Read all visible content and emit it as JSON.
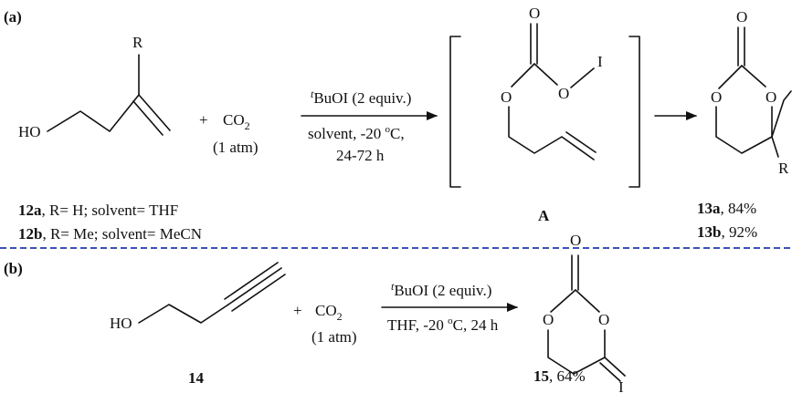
{
  "panel_a": {
    "label": "(a)",
    "substituent": "R",
    "ho": "HO",
    "plus": "+",
    "co2": "CO",
    "co2_sub": "2",
    "atm": "(1 atm)",
    "reagent_sup": "t",
    "reagent": "BuOI (2 equiv.)",
    "cond_line1_pre": "solvent, -20 ",
    "cond_line1_sup": "o",
    "cond_line1_post": "C,",
    "cond_line2": "24-72 h",
    "intermediate_o_top": "O",
    "intermediate_o_left": "O",
    "intermediate_o_right": "O",
    "intermediate_i": "I",
    "intermediate_label": "A",
    "product_o_top": "O",
    "product_o_left": "O",
    "product_o_right": "O",
    "product_r": "R",
    "sm1_id": "12a",
    "sm1_text": ", R= H; solvent= THF",
    "sm2_id": "12b",
    "sm2_text": ", R= Me; solvent= MeCN",
    "prod1_id": "13a",
    "prod1_yield": ", 84%",
    "prod2_id": "13b",
    "prod2_yield": ", 92%"
  },
  "panel_b": {
    "label": "(b)",
    "ho": "HO",
    "plus": "+",
    "co2": "CO",
    "co2_sub": "2",
    "atm": "(1 atm)",
    "reagent_sup": "t",
    "reagent": "BuOI (2 equiv.)",
    "cond_pre": "THF, -20 ",
    "cond_sup": "o",
    "cond_post": "C, 24 h",
    "product_o_top": "O",
    "product_o_left": "O",
    "product_o_right": "O",
    "product_i": "I",
    "sm_id": "14",
    "prod_id": "15",
    "prod_yield": ", 64%"
  },
  "colors": {
    "divider": "#3b4fb8",
    "ink": "#111111"
  }
}
